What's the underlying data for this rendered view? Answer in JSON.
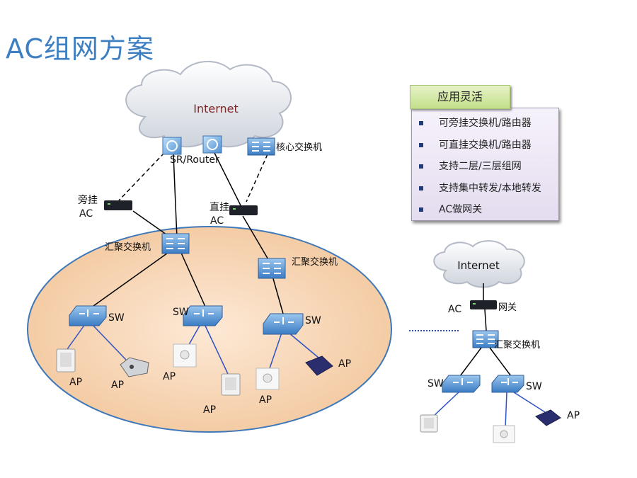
{
  "title": "AC组网方案",
  "internet_label": "Internet",
  "main": {
    "sr_router": "SR/Router",
    "core_switch": "核心交换机",
    "bypass_ac": [
      "旁挂",
      "AC"
    ],
    "inline_ac": [
      "直挂",
      "AC"
    ],
    "agg_switch_left": "汇聚交换机",
    "agg_switch_right": "汇聚交换机",
    "sw_labels": [
      "SW",
      "SW",
      "SW"
    ],
    "ap_labels": [
      "AP",
      "AP",
      "AP",
      "AP",
      "AP",
      "AP"
    ]
  },
  "panel": {
    "header": "应用灵活",
    "items": [
      "可旁挂交换机/路由器",
      "可直挂交换机/路由器",
      "支持二层/三层组网",
      "支持集中转发/本地转发",
      "AC做网关"
    ]
  },
  "small": {
    "internet": "Internet",
    "ac": "AC",
    "gateway": "网关",
    "agg_switch": "汇聚交换机",
    "sw_labels": [
      "SW",
      "SW"
    ],
    "ap": "AP"
  }
}
